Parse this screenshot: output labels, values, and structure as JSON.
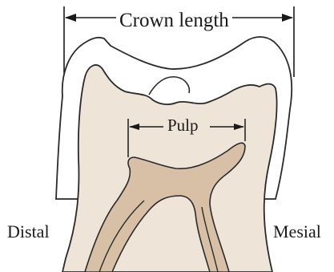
{
  "labels": {
    "crown_length": "Crown length",
    "pulp": "Pulp",
    "distal": "Distal",
    "mesial": "Mesial"
  },
  "colors": {
    "background": "#ffffff",
    "dentin": "#efe4d8",
    "pulp": "#d8c0a6",
    "enamel": "#ffffff",
    "outline": "#2a2a2a"
  }
}
